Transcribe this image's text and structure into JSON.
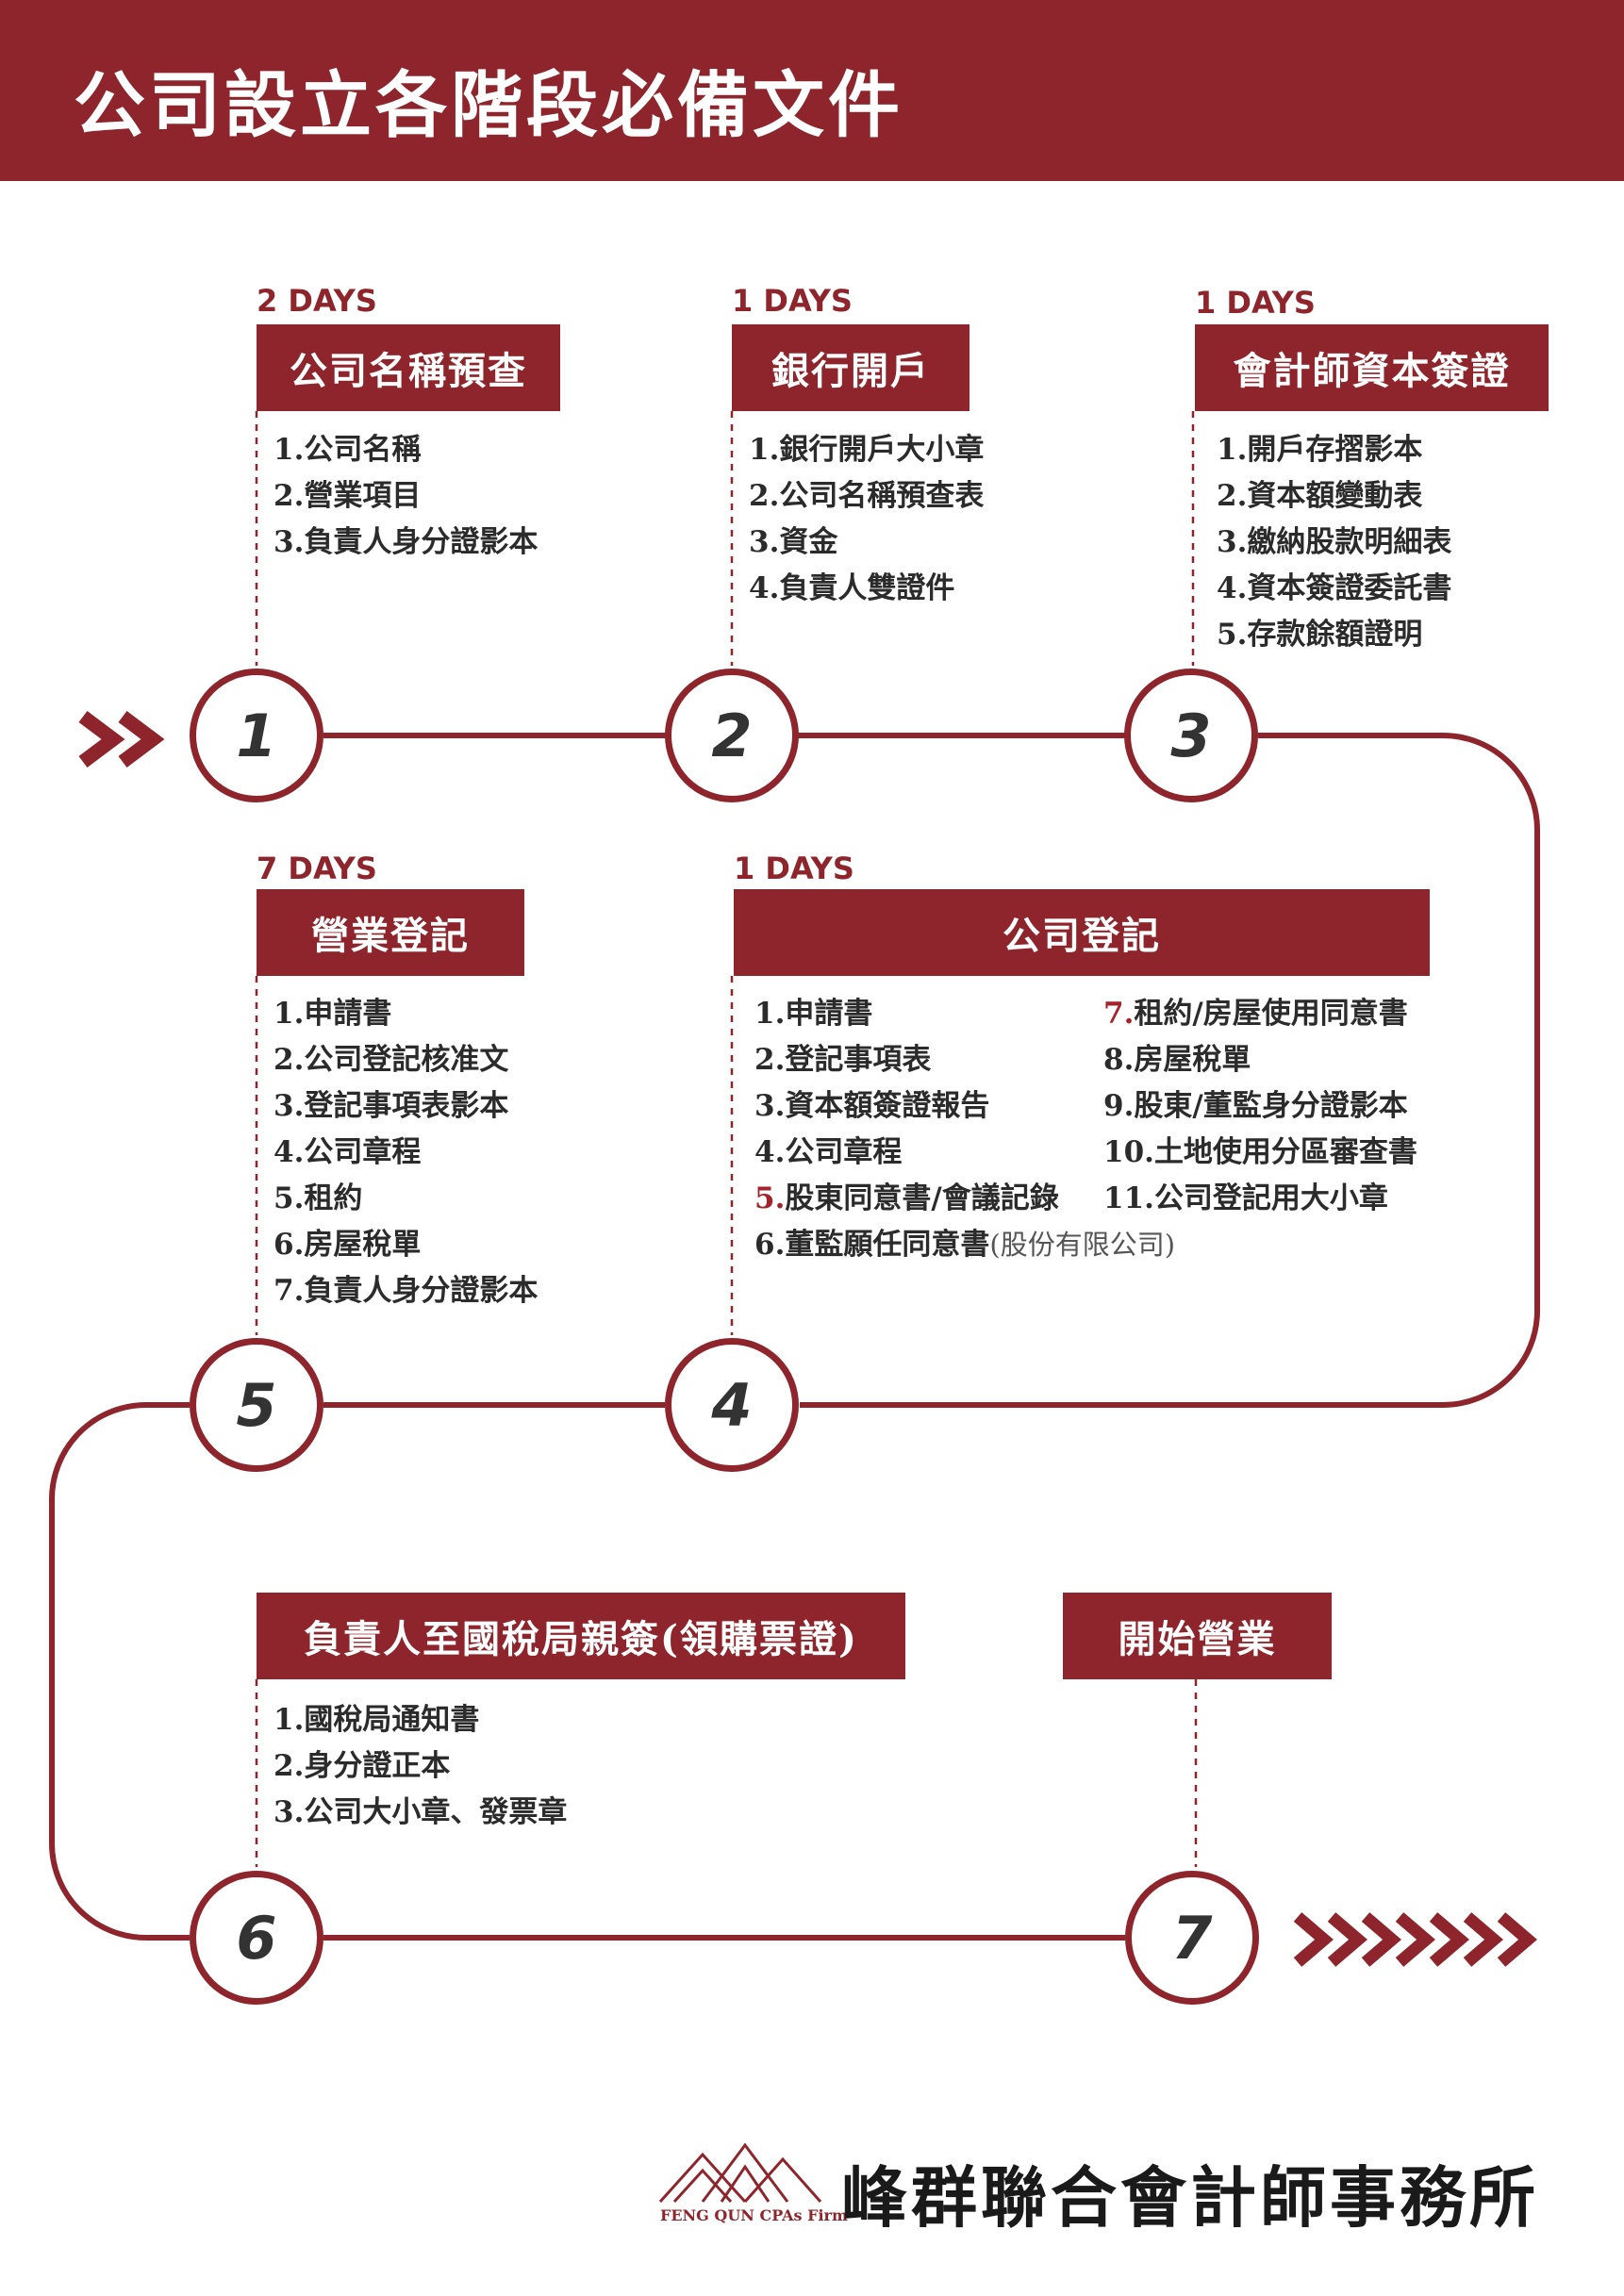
{
  "header": {
    "title": "公司設立各階段必備文件"
  },
  "steps": [
    {
      "num": "1",
      "days": "2 DAYS",
      "label": "公司名稱預查",
      "items": [
        "1.公司名稱",
        "2.營業項目",
        "3.負責人身分證影本"
      ]
    },
    {
      "num": "2",
      "days": "1 DAYS",
      "label": "銀行開戶",
      "items": [
        "1.銀行開戶大小章",
        "2.公司名稱預查表",
        "3.資金",
        "4.負責人雙證件"
      ]
    },
    {
      "num": "3",
      "days": "1 DAYS",
      "label": "會計師資本簽證",
      "items": [
        "1.開戶存摺影本",
        "2.資本額變動表",
        "3.繳納股款明細表",
        "4.資本簽證委託書",
        "5.存款餘額證明"
      ]
    },
    {
      "num": "4",
      "days": "1 DAYS",
      "label": "公司登記",
      "items_left_prefix": [
        "1.",
        "2.",
        "3.",
        "4.",
        "5.",
        "6."
      ],
      "items_left_text": [
        "申請書",
        "登記事項表",
        "資本額簽證報告",
        "公司章程",
        "股東同意書/會議記錄",
        "董監願任同意書"
      ],
      "item6_note": "(股份有限公司)",
      "items_right_prefix": [
        "7.",
        "8.",
        "9.",
        "10.",
        "11."
      ],
      "items_right_text": [
        "租約/房屋使用同意書",
        "房屋稅單",
        "股東/董監身分證影本",
        "土地使用分區審查書",
        "公司登記用大小章"
      ]
    },
    {
      "num": "5",
      "days": "7 DAYS",
      "label": "營業登記",
      "items": [
        "1.申請書",
        "2.公司登記核准文",
        "3.登記事項表影本",
        "4.公司章程",
        "5.租約",
        "6.房屋稅單",
        "7.負責人身分證影本"
      ]
    },
    {
      "num": "6",
      "days": "",
      "label": "負責人至國稅局親簽(領購票證)",
      "items": [
        "1.國稅局通知書",
        "2.身分證正本",
        "3.公司大小章、發票章"
      ]
    },
    {
      "num": "7",
      "days": "",
      "label": "開始營業",
      "items": []
    }
  ],
  "footer": {
    "firm_name": "峰群聯合會計師事務所",
    "logo_text": "FENG QUN CPAs Firm"
  },
  "colors": {
    "accent": "#8e252d",
    "highlight": "#a5212b"
  }
}
